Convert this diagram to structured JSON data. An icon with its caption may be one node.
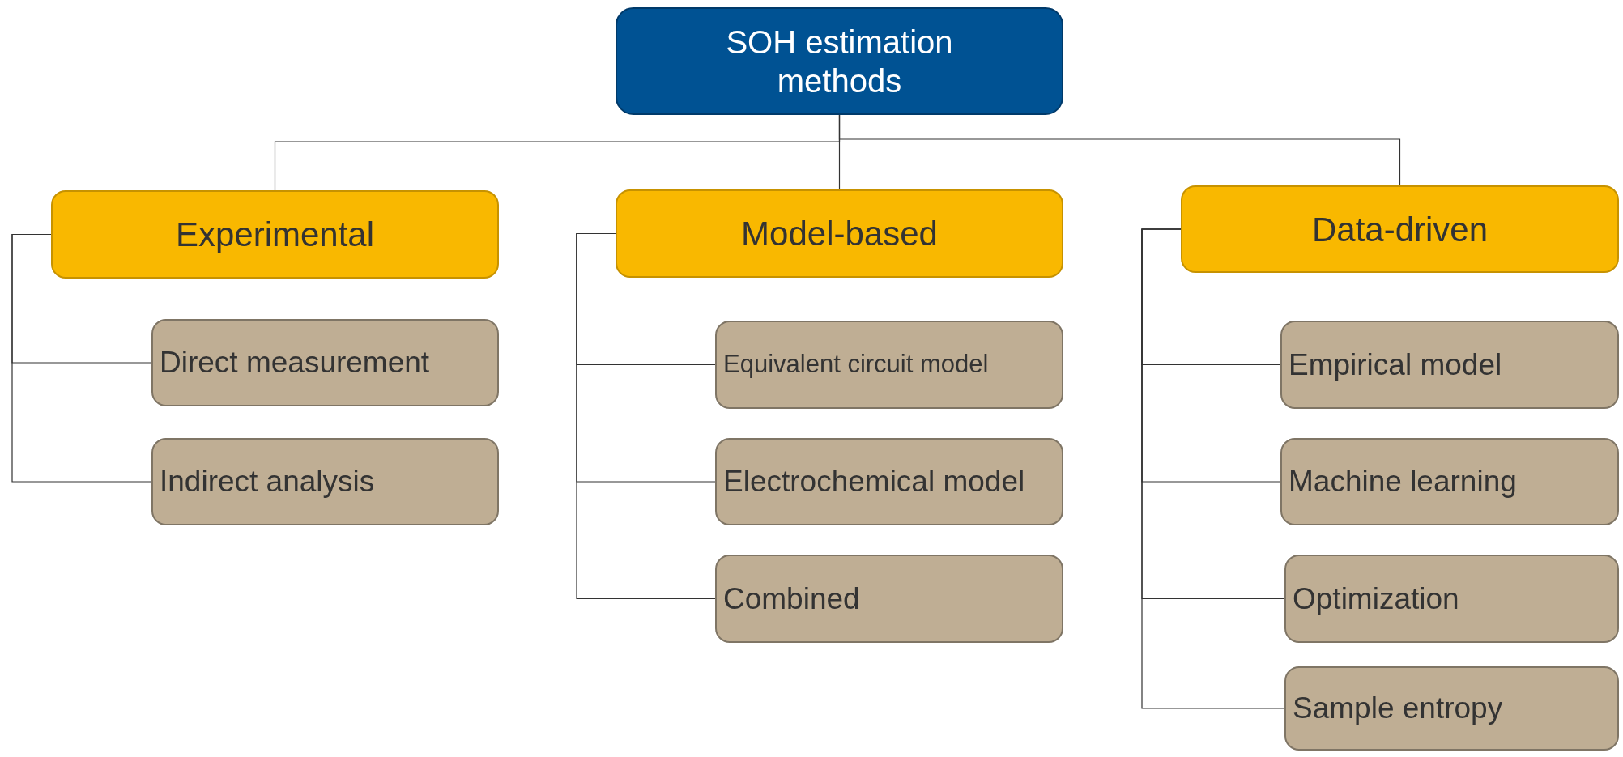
{
  "diagram": {
    "nodes": [
      {
        "text": [
          "SOH estimation methods"
        ]
      },
      {
        "text": [
          "Experimental"
        ]
      },
      {
        "text": [
          "Model-based"
        ]
      },
      {
        "text": [
          "Data-driven"
        ]
      },
      {
        "text": [
          "Direct measurement"
        ]
      },
      {
        "text": [
          "Indirect analysis"
        ]
      },
      {
        "text": [
          "Equivalent circuit model"
        ]
      },
      {
        "text": [
          "Electrochemical model"
        ]
      },
      {
        "text": [
          "Combined"
        ]
      },
      {
        "text": [
          "Empirical model"
        ]
      },
      {
        "text": [
          "Machine learning"
        ]
      },
      {
        "text": [
          "Optimization"
        ]
      },
      {
        "text": [
          "Sample entropy"
        ]
      }
    ],
    "edges": [
      {
        "from": 0,
        "to": 1,
        "arrow": "none"
      },
      {
        "from": 0,
        "to": 2,
        "arrow": "none"
      },
      {
        "from": 0,
        "to": 3,
        "arrow": "none"
      },
      {
        "from": 1,
        "to": 4,
        "arrow": "none"
      },
      {
        "from": 1,
        "to": 5,
        "arrow": "none"
      },
      {
        "from": 2,
        "to": 6,
        "arrow": "none"
      },
      {
        "from": 2,
        "to": 7,
        "arrow": "none"
      },
      {
        "from": 2,
        "to": 8,
        "arrow": "none"
      },
      {
        "from": 3,
        "to": 9,
        "arrow": "none"
      },
      {
        "from": 3,
        "to": 10,
        "arrow": "none"
      },
      {
        "from": 3,
        "to": 11,
        "arrow": "none"
      },
      {
        "from": 3,
        "to": 12,
        "arrow": "none"
      }
    ]
  }
}
